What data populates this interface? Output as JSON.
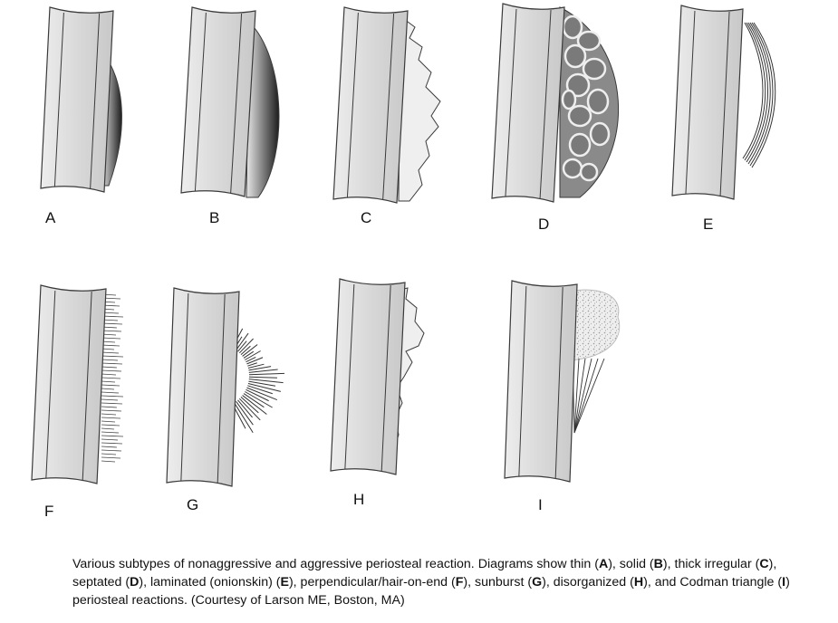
{
  "panels": [
    {
      "id": "A",
      "label": "A",
      "type": "thin"
    },
    {
      "id": "B",
      "label": "B",
      "type": "solid"
    },
    {
      "id": "C",
      "label": "C",
      "type": "thick-irregular"
    },
    {
      "id": "D",
      "label": "D",
      "type": "septated"
    },
    {
      "id": "E",
      "label": "E",
      "type": "laminated"
    },
    {
      "id": "F",
      "label": "F",
      "type": "perpendicular"
    },
    {
      "id": "G",
      "label": "G",
      "type": "sunburst"
    },
    {
      "id": "H",
      "label": "H",
      "type": "disorganized"
    },
    {
      "id": "I",
      "label": "I",
      "type": "codman"
    }
  ],
  "caption": {
    "parts": [
      {
        "t": "Various subtypes of nonaggressive and aggressive periosteal reaction. Diagrams show thin ("
      },
      {
        "t": "A",
        "b": true
      },
      {
        "t": "), solid ("
      },
      {
        "t": "B",
        "b": true
      },
      {
        "t": "), thick irregular ("
      },
      {
        "t": "C",
        "b": true
      },
      {
        "t": "), septated ("
      },
      {
        "t": "D",
        "b": true
      },
      {
        "t": "), laminated (onionskin) ("
      },
      {
        "t": "E",
        "b": true
      },
      {
        "t": "), perpendicular/hair-on-end ("
      },
      {
        "t": "F",
        "b": true
      },
      {
        "t": "), sunburst ("
      },
      {
        "t": "G",
        "b": true
      },
      {
        "t": "), disorganized ("
      },
      {
        "t": "H",
        "b": true
      },
      {
        "t": "), and Codman triangle ("
      },
      {
        "t": "I",
        "b": true
      },
      {
        "t": ") periosteal reactions. (Courtesy of Larson ME, Boston, MA)"
      }
    ]
  },
  "colors": {
    "bone_fill": "#e6e6e6",
    "bone_inner": "#d2d2d2",
    "outline": "#3a3a3a",
    "reaction_dark": "#2a2a2a",
    "reaction_light": "#efefef",
    "septa_fill": "#8a8a8a"
  }
}
